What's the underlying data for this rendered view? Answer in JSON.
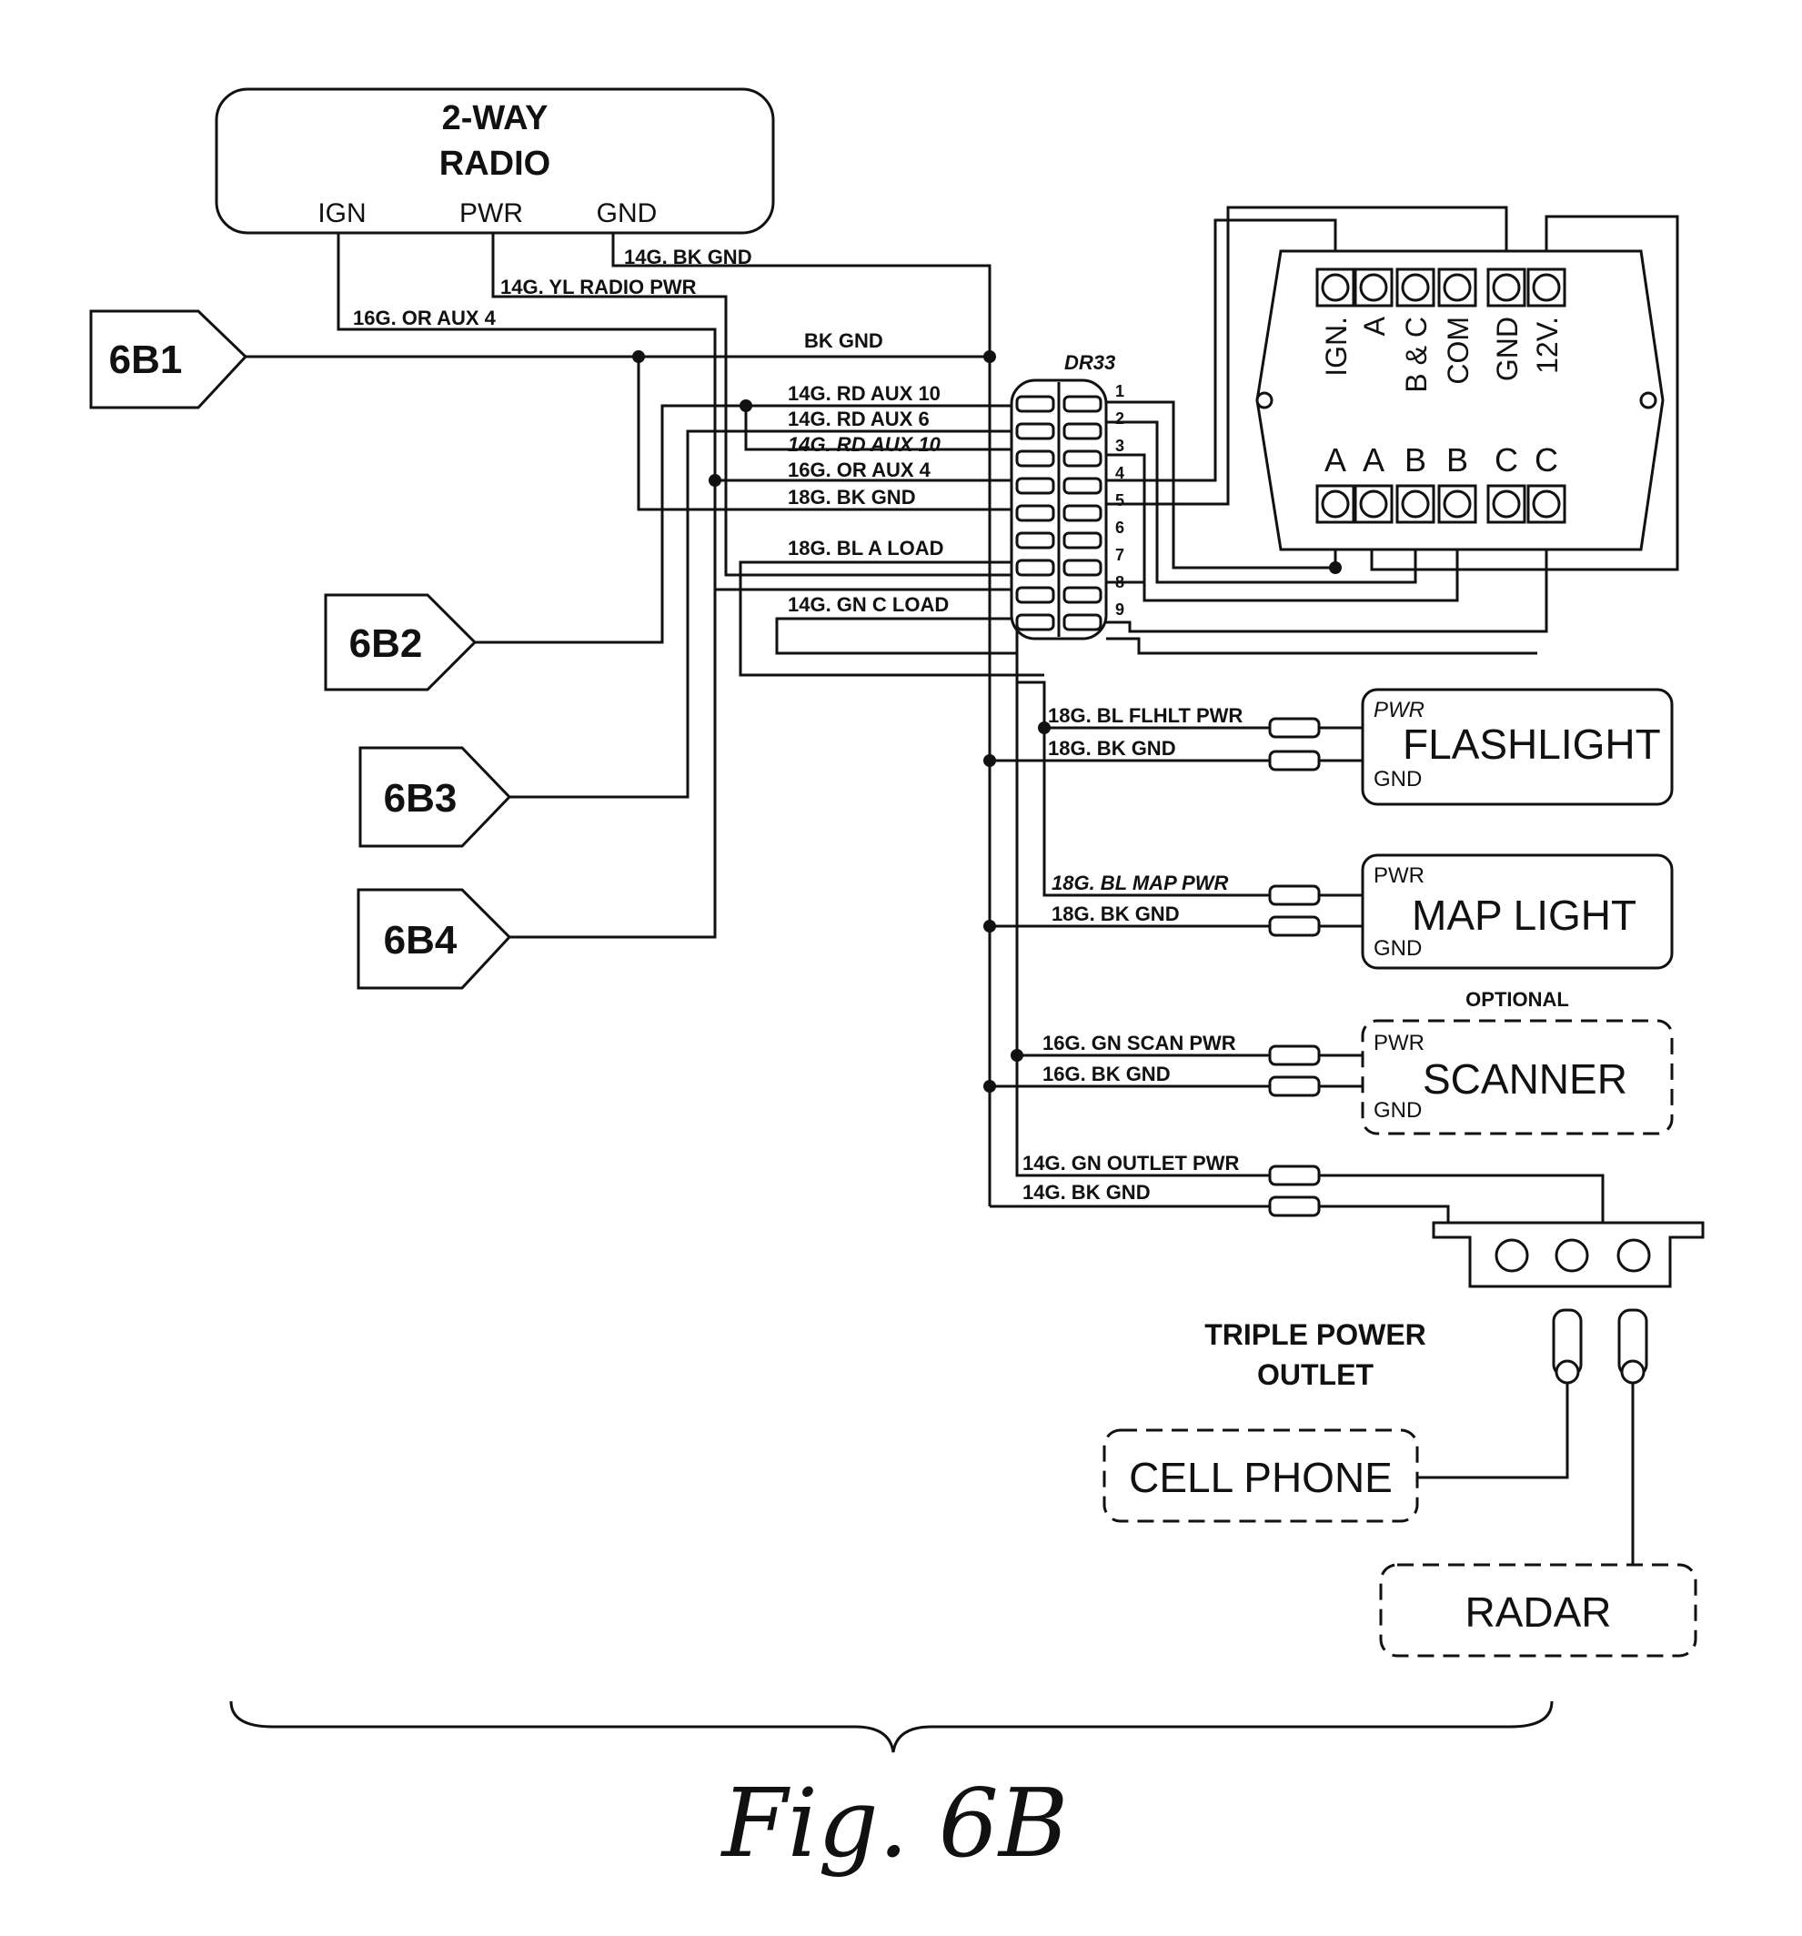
{
  "radio": {
    "title_line1": "2-WAY",
    "title_line2": "RADIO",
    "ign": "IGN",
    "pwr": "PWR",
    "gnd": "GND"
  },
  "connectors": {
    "c1": "6B1",
    "c2": "6B2",
    "c3": "6B3",
    "c4": "6B4"
  },
  "wires": {
    "bk_gnd_top": "14G. BK GND",
    "yl_radio_pwr": "14G. YL RADIO PWR",
    "or_aux4_top": "16G. OR AUX 4",
    "bk_gnd": "BK GND",
    "rd_aux10": "14G. RD AUX 10",
    "rd_aux6": "14G. RD AUX 6",
    "rd_aux10_i": "14G. RD AUX 10",
    "or_aux4": "16G. OR AUX 4",
    "bk_gnd_18": "18G. BK GND",
    "bl_a_load": "18G. BL A LOAD",
    "gn_c_load": "14G. GN C LOAD",
    "bl_flhlt_pwr": "18G. BL FLHLT PWR",
    "bk_gnd_flash": "18G. BK GND",
    "bl_map_pwr": "18G. BL MAP PWR",
    "bk_gnd_map": "18G. BK GND",
    "gn_scan_pwr": "16G. GN SCAN PWR",
    "bk_gnd_scan": "16G. BK GND",
    "gn_outlet_pwr": "14G. GN OUTLET PWR",
    "bk_gnd_outlet": "14G. BK GND"
  },
  "dr33": {
    "label": "DR33",
    "pins": [
      "1",
      "2",
      "3",
      "4",
      "5",
      "6",
      "7",
      "8",
      "9"
    ]
  },
  "controller": {
    "top_terminals": [
      "IGN.",
      "A",
      "B & C",
      "COM",
      "GND",
      "12V."
    ],
    "bottom_terminals": [
      "A",
      "A",
      "B",
      "B",
      "C",
      "C"
    ]
  },
  "devices": {
    "flashlight": {
      "name": "FLASHLIGHT",
      "pwr": "PWR",
      "gnd": "GND"
    },
    "map_light": {
      "name": "MAP LIGHT",
      "pwr": "PWR",
      "gnd": "GND"
    },
    "scanner": {
      "optional": "OPTIONAL",
      "name": "SCANNER",
      "pwr": "PWR",
      "gnd": "GND"
    },
    "outlet": {
      "line1": "TRIPLE POWER",
      "line2": "OUTLET"
    },
    "cell_phone": "CELL PHONE",
    "radar": "RADAR"
  },
  "caption": "Fig.  6B"
}
